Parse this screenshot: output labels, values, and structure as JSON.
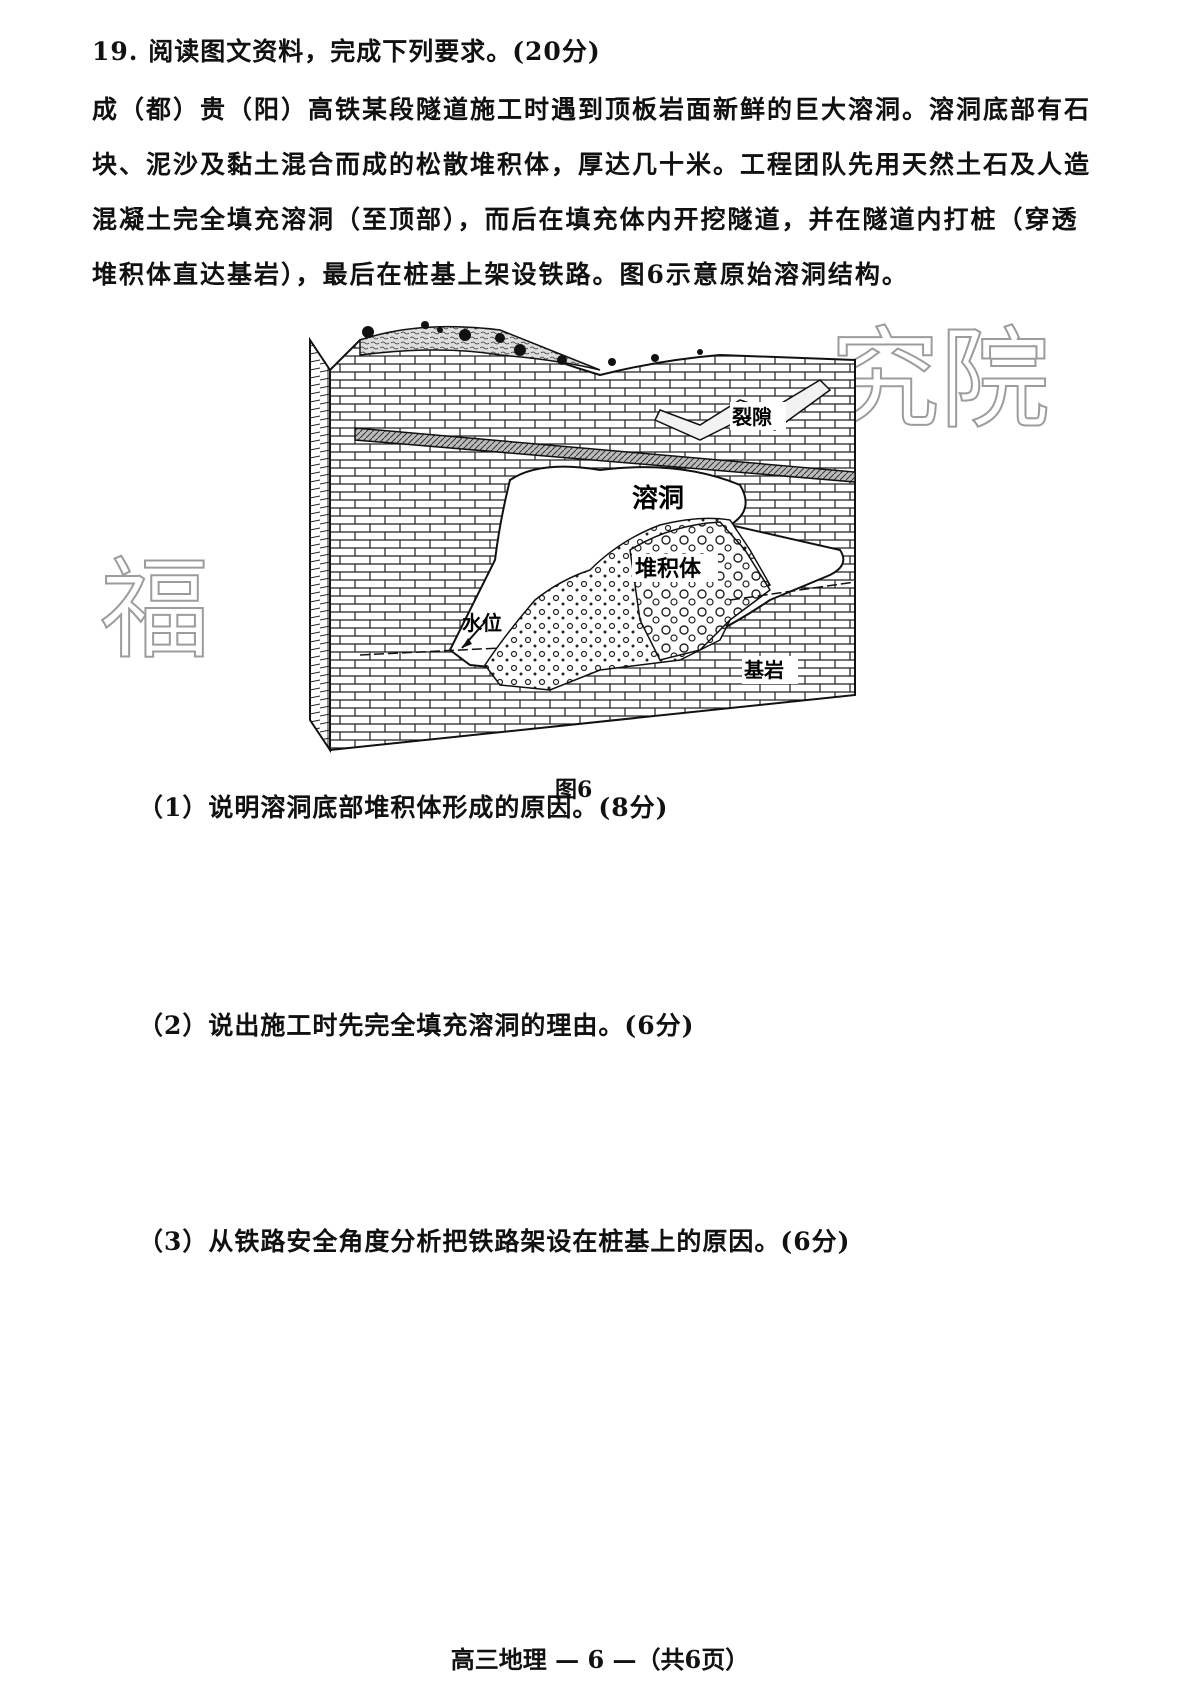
{
  "question": {
    "title": "19. 阅读图文资料，完成下列要求。(20分)",
    "paragraph": "成（都）贵（阳）高铁某段隧道施工时遇到顶板岩面新鲜的巨大溶洞。溶洞底部有石块、泥沙及黏土混合而成的松散堆积体，厚达几十米。工程团队先用天然土石及人造混凝土完全填充溶洞（至顶部），而后在填充体内开挖隧道，并在隧道内打桩（穿透堆积体直达基岩），最后在桩基上架设铁路。图6示意原始溶洞结构。"
  },
  "figure": {
    "caption": "图6",
    "labels": {
      "crack": "裂隙",
      "cave": "溶洞",
      "deposit": "堆积体",
      "water_level": "水位",
      "bedrock": "基岩"
    }
  },
  "sub_questions": [
    {
      "text": "（1）说明溶洞底部堆积体形成的原因。(8分)"
    },
    {
      "text": "（2）说出施工时先完全填充溶洞的理由。(6分)"
    },
    {
      "text": "（3）从铁路安全角度分析把铁路架设在桩基上的原因。(6分)"
    }
  ],
  "footer": "高三地理 — 6 —（共6页）",
  "watermark": {
    "left": "福",
    "right": "究院"
  }
}
